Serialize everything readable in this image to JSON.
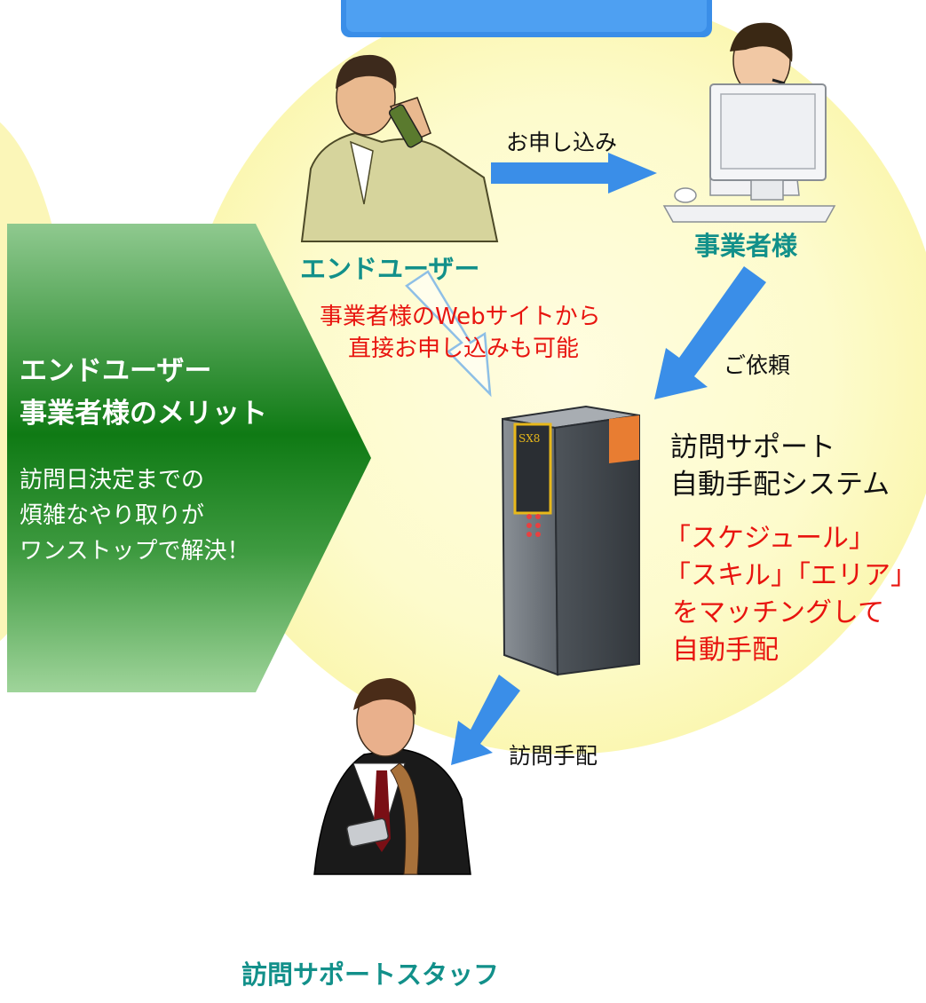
{
  "labels": {
    "end_user": "エンドユーザー",
    "operator": "事業者様",
    "staff": "訪問サポートスタッフ"
  },
  "arrows": {
    "apply": "お申し込み",
    "request": "ご依頼",
    "dispatch": "訪問手配"
  },
  "web_note": {
    "line1": "事業者様のWebサイトから",
    "line2": "直接お申し込みも可能"
  },
  "system": {
    "name_line1": "訪問サポート",
    "name_line2": "自動手配システム",
    "desc_line1": "「スケジュール」",
    "desc_line2": "「スキル」「エリア」",
    "desc_line3": "をマッチングして",
    "desc_line4": "自動手配",
    "badge": "SX8"
  },
  "merit": {
    "title_line1": "エンドユーザー",
    "title_line2": "事業者様のメリット",
    "body_line1": "訪問日決定までの",
    "body_line2": "煩雑なやり取りが",
    "body_line3": "ワンストップで解決！"
  },
  "colors": {
    "label_teal": "#12908a",
    "note_red": "#e8140f",
    "arrow_blue": "#3a8ee8",
    "panel_green": "#0f7a14"
  }
}
